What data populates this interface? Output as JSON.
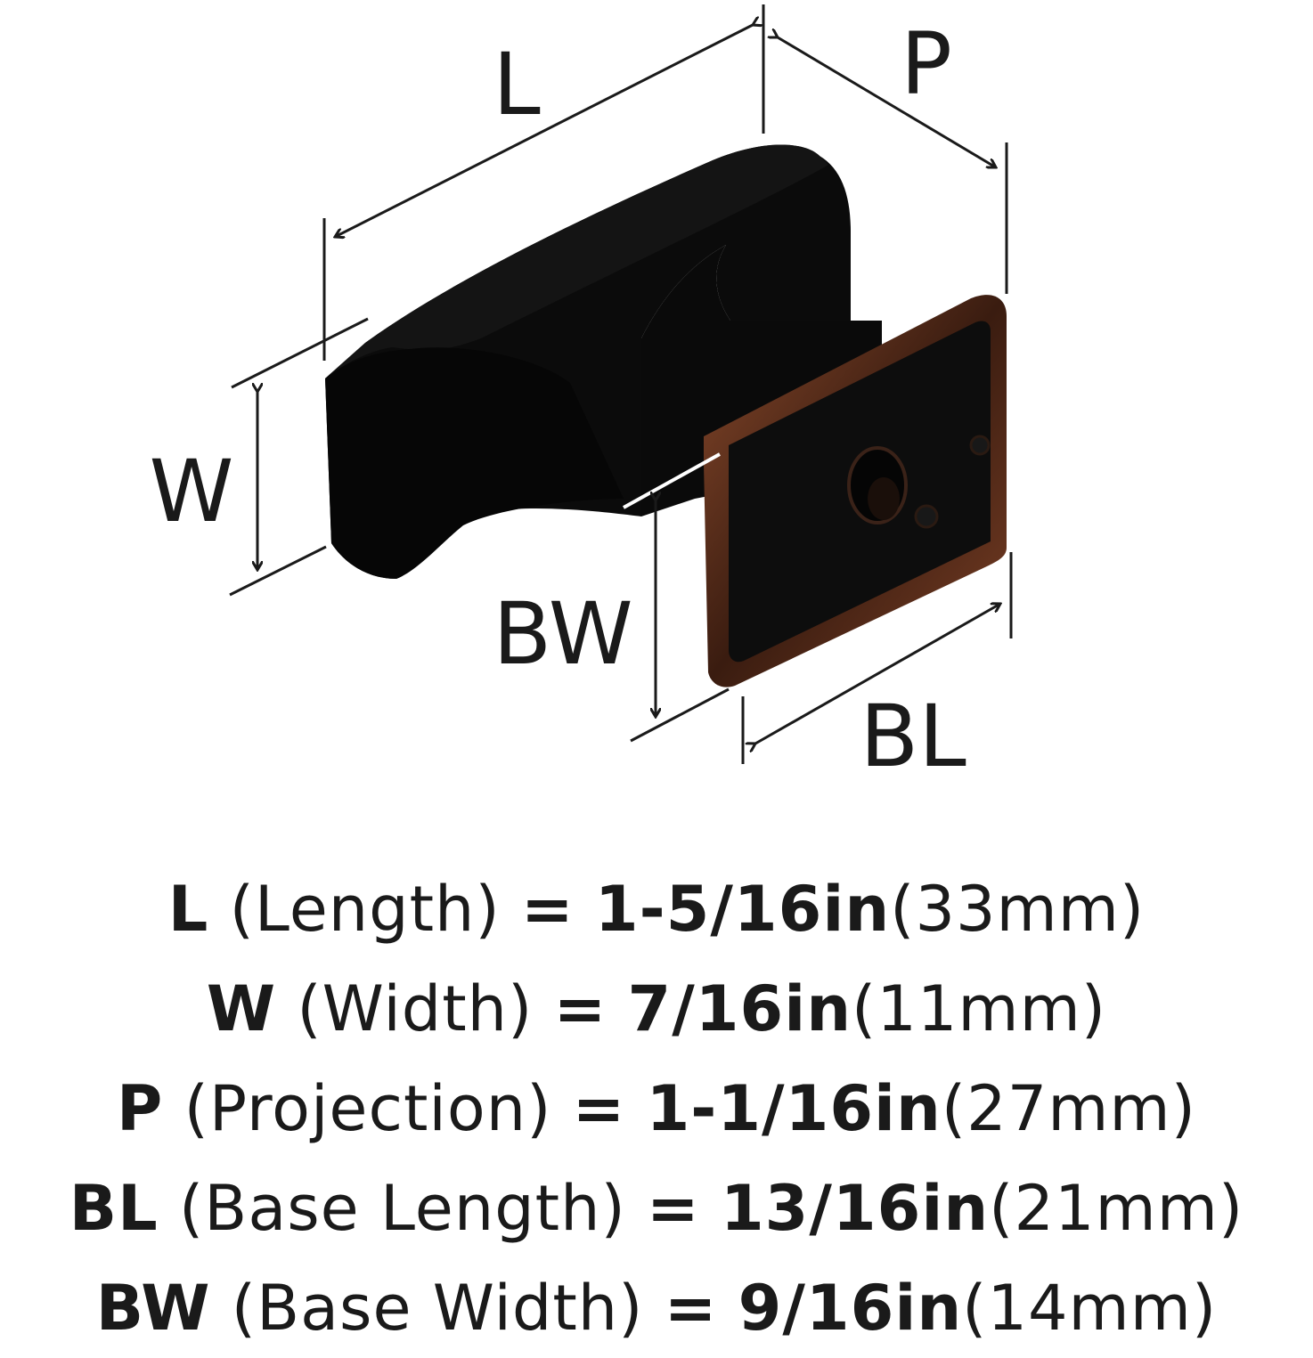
{
  "diagram": {
    "labels": {
      "L": "L",
      "P": "P",
      "W": "W",
      "BW": "BW",
      "BL": "BL"
    },
    "colors": {
      "finish": "#0b0b0b",
      "bronze_edge": "#6e3d26",
      "line": "#1a1a1a"
    }
  },
  "specs": [
    {
      "code": "L",
      "name": "(Length)",
      "eq": "=",
      "imperial": "1-5/16in",
      "metric": "(33mm)"
    },
    {
      "code": "W",
      "name": "(Width)",
      "eq": "=",
      "imperial": "7/16in",
      "metric": "(11mm)"
    },
    {
      "code": "P",
      "name": "(Projection)",
      "eq": "=",
      "imperial": "1-1/16in",
      "metric": "(27mm)"
    },
    {
      "code": "BL",
      "name": "(Base Length)",
      "eq": "=",
      "imperial": "13/16in",
      "metric": "(21mm)"
    },
    {
      "code": "BW",
      "name": "(Base Width)",
      "eq": "=",
      "imperial": "9/16in",
      "metric": "(14mm)"
    }
  ]
}
